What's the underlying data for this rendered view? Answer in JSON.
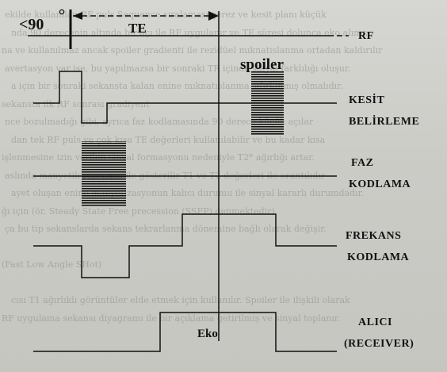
{
  "diagram": {
    "angle": "<90",
    "te": "TE",
    "spoiler": "spoiler",
    "eko": "Eko",
    "rows": [
      {
        "line1": "RF",
        "line2": ""
      },
      {
        "line1": "KESİT",
        "line2": "BELİRLEME"
      },
      {
        "line1": "FAZ",
        "line2": "KODLAMA"
      },
      {
        "line1": "FREKANS",
        "line2": "KODLAMA"
      },
      {
        "line1": "ALICI",
        "line2": "(RECEIVER)"
      }
    ]
  },
  "background_text": [
    "ekilde kullanılan RF puls  Sequence sıralaması çerez ve kesit planı küçük",
    "nda 90 derecenin altında bir açı ile RF uygulanır ve TE süresi dolunca eko alınır.",
    "na ve kullanılmaz ancak spoiler gradienti ile rezidüel mıknatıslanma ortadan kaldırılır",
    "avertasyon var ise, bu yapılmazsa bir sonraki TR içinde sinyal farklılığı oluşur.",
    "a için bir sonraki sekansta kalan enine mıknatıslanma sıfırlanmış olmalıdır.",
    "sekansta ilk RF sonrası gradiyent",
    "nce bozulmadığı gibi, ayrıca faz kodlamasında 90 derece küçük açılar",
    "dan tek RF puls ve çok kısa TE değerleri kullanılabilir ve bu kadar kısa",
    "işlenmesine izin verilen sinyal formasyonu nedeniyle T2* ağırlığı artar.",
    "aslında manyetik rezonans ile gösterilir T1 ve T2 değerleri ile orantılıdır",
    "ayet oluşan enine manyetizasyonun kalıcı durumu ile sinyal kararlı durumdadır.",
    "ğı için (ör. Steady State Free precession (SSFP) denmektedir)",
    "ça bu tip sekanslarda sekans tekrarlanma dönemine bağlı olarak değişir.",
    "",
    "(Fast Low Angle SHot)",
    "",
    "cısı T1 ağırlıklı görüntüler elde etmek için kullanılır. Spoiler ile ilişkili olarak",
    "RF uygulama sekansı diyagramı ile bir açıklama getirilmiş ve sinyal toplanır."
  ]
}
